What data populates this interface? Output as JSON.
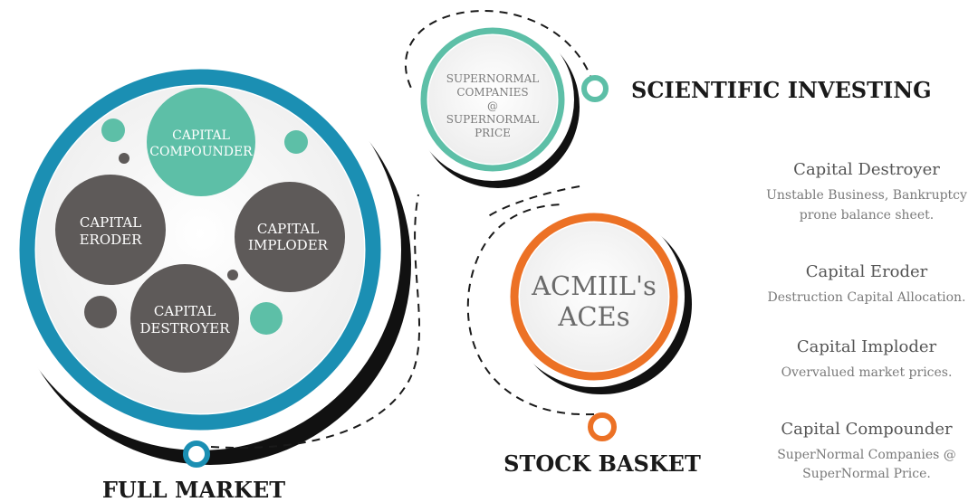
{
  "full_market": {
    "label": "FULL MARKET",
    "circles": {
      "compounder": [
        "CAPITAL",
        "COMPOUNDER"
      ],
      "eroder": [
        "CAPITAL",
        "ERODER"
      ],
      "imploder": [
        "CAPITAL",
        "IMPLODER"
      ],
      "destroyer": [
        "CAPITAL",
        "DESTROYER"
      ]
    }
  },
  "scientific_investing": {
    "label": "SCIENTIFIC INVESTING",
    "inner_text": [
      "SUPERNORMAL",
      "COMPANIES",
      "@",
      "SUPERNORMAL",
      "PRICE"
    ]
  },
  "stock_basket": {
    "label": "STOCK BASKET",
    "inner_text": [
      "ACMIIL's",
      "ACEs"
    ]
  },
  "definitions": [
    {
      "title": "Capital Destroyer",
      "desc": [
        "Unstable Business, Bankruptcy",
        "prone balance sheet."
      ]
    },
    {
      "title": "Capital Eroder",
      "desc": [
        "Destruction Capital Allocation."
      ]
    },
    {
      "title": "Capital Imploder",
      "desc": [
        "Overvalued market prices."
      ]
    },
    {
      "title": "Capital Compounder",
      "desc": [
        "SuperNormal Companies @",
        "SuperNormal Price."
      ]
    }
  ],
  "colors": {
    "blue": "#1b8fb3",
    "teal": "#5dbfa7",
    "gray": "#5e5a59",
    "orange": "#ec7125",
    "black": "#111111"
  }
}
